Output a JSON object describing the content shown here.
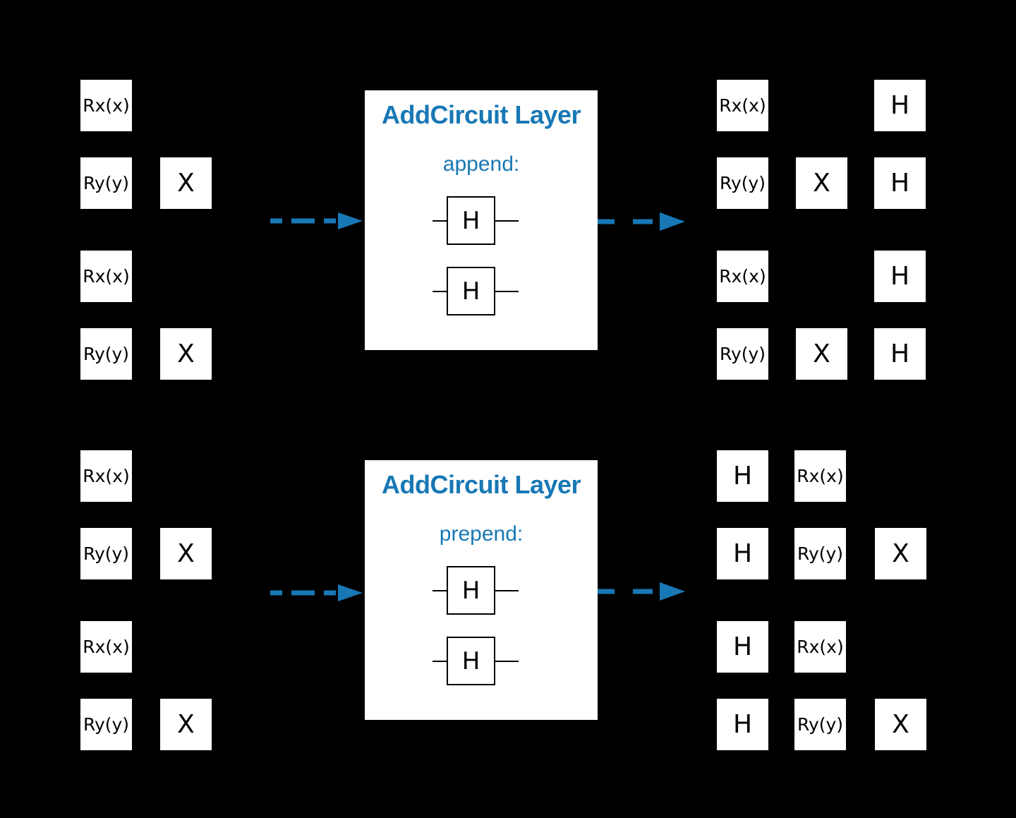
{
  "colors": {
    "background": "#000000",
    "accent": "#1878b5",
    "gate_fill": "#ffffff",
    "gate_border": "#000000",
    "gate_text": "#000000"
  },
  "layers": {
    "append": {
      "title": "AddCircuit Layer",
      "mode_label": "append:",
      "gates": [
        "H",
        "H"
      ]
    },
    "prepend": {
      "title": "AddCircuit Layer",
      "mode_label": "prepend:",
      "gates": [
        "H",
        "H"
      ]
    }
  },
  "circuits": {
    "input_top": {
      "gates": [
        {
          "label": "Rx(x)",
          "row": 0,
          "col": 0
        },
        {
          "label": "Ry(y)",
          "row": 1,
          "col": 0
        },
        {
          "label": "X",
          "row": 1,
          "col": 1
        },
        {
          "label": "Rx(x)",
          "row": 2,
          "col": 0
        },
        {
          "label": "Ry(y)",
          "row": 3,
          "col": 0
        },
        {
          "label": "X",
          "row": 3,
          "col": 1
        }
      ]
    },
    "output_top": {
      "gates": [
        {
          "label": "Rx(x)",
          "row": 0,
          "col": 0
        },
        {
          "label": "H",
          "row": 0,
          "col": 2
        },
        {
          "label": "Ry(y)",
          "row": 1,
          "col": 0
        },
        {
          "label": "X",
          "row": 1,
          "col": 1
        },
        {
          "label": "H",
          "row": 1,
          "col": 2
        },
        {
          "label": "Rx(x)",
          "row": 2,
          "col": 0
        },
        {
          "label": "H",
          "row": 2,
          "col": 2
        },
        {
          "label": "Ry(y)",
          "row": 3,
          "col": 0
        },
        {
          "label": "X",
          "row": 3,
          "col": 1
        },
        {
          "label": "H",
          "row": 3,
          "col": 2
        }
      ]
    },
    "input_bottom": {
      "gates": [
        {
          "label": "Rx(x)",
          "row": 0,
          "col": 0
        },
        {
          "label": "Ry(y)",
          "row": 1,
          "col": 0
        },
        {
          "label": "X",
          "row": 1,
          "col": 1
        },
        {
          "label": "Rx(x)",
          "row": 2,
          "col": 0
        },
        {
          "label": "Ry(y)",
          "row": 3,
          "col": 0
        },
        {
          "label": "X",
          "row": 3,
          "col": 1
        }
      ]
    },
    "output_bottom": {
      "gates": [
        {
          "label": "H",
          "row": 0,
          "col": 0
        },
        {
          "label": "Rx(x)",
          "row": 0,
          "col": 1
        },
        {
          "label": "H",
          "row": 1,
          "col": 0
        },
        {
          "label": "Ry(y)",
          "row": 1,
          "col": 1
        },
        {
          "label": "X",
          "row": 1,
          "col": 2
        },
        {
          "label": "H",
          "row": 2,
          "col": 0
        },
        {
          "label": "Rx(x)",
          "row": 2,
          "col": 1
        },
        {
          "label": "H",
          "row": 3,
          "col": 0
        },
        {
          "label": "Ry(y)",
          "row": 3,
          "col": 1
        },
        {
          "label": "X",
          "row": 3,
          "col": 2
        }
      ]
    }
  }
}
